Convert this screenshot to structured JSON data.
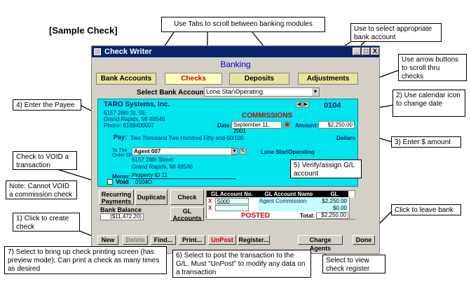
{
  "heading": "[Sample Check]",
  "window": {
    "title": "Check Writer",
    "module": "Banking",
    "controls": [
      "_",
      "□",
      "X"
    ]
  },
  "tabs": [
    "Bank Accounts",
    "Checks",
    "Deposits",
    "Adjustments"
  ],
  "bank_select": {
    "label": "Select Bank Account:",
    "value": "Lone Star\\Operating"
  },
  "check": {
    "company": "TARO Systems, Inc.",
    "address1": "6157 28th St. SE",
    "address2": "Grand Rapids, MI 49546",
    "phone": "Phone: 6169400007",
    "number": "0104",
    "category": "COMMISSIONS",
    "date_label": "Date:",
    "date_value": "September 11, 2001",
    "amount_label": "Amount:",
    "amount_value": "$2,250.00",
    "pay_label": "Pay:",
    "pay_text": "Two Thousand Two Hundred Fifty and 00/100",
    "dollars_label": "Dollars",
    "to_order_label1": "To The",
    "to_order_label2": "Order Of:",
    "payee": "Agent 007",
    "payee_addr1": "6157 28th Street",
    "payee_addr2": "Grand Rapids, MI 49546",
    "bank_name": "Lone Star\\Operating",
    "memo_label": "Memo:",
    "memo_value": "Property ID 11",
    "void_label": "Void",
    "void_code": "0104O"
  },
  "action_buttons": {
    "recurring": "Recurring Payments",
    "duplicate": "Duplicate",
    "check_stub": "Check Stub",
    "gl_accounts": "GL Accounts"
  },
  "bank_balance": {
    "label": "Bank Balance",
    "value": "($11,472.20)"
  },
  "gl": {
    "headers": [
      "GL Account No.",
      "GL Account Name",
      "GL Amount"
    ],
    "rows": [
      {
        "mark": "X",
        "number": "5000",
        "name": "Agent Commission Expense",
        "amount": "$2,250.00"
      },
      {
        "mark": "X",
        "number": "",
        "name": "",
        "amount": "$0.00"
      }
    ],
    "status": "POSTED",
    "total_label": "Total:",
    "total_value": "$2,250.00"
  },
  "bottom_buttons": {
    "new": "New",
    "delete": "Delete",
    "find": "Find...",
    "print": "Print...",
    "unpost": "UnPost",
    "register": "Register...",
    "charge_agents": "Charge Agents",
    "done": "Done"
  },
  "callouts": {
    "tabs": "Use Tabs to scroll between banking modules",
    "select_bank": "Use to select appropriate bank account",
    "arrows": "Use arrow buttons to scroll thru checks",
    "payee": "4) Enter the Payee",
    "calendar": "2)  Use calendar icon to change date",
    "amount": "3)  Enter $ amount",
    "void": "Check to VOID a transaction",
    "void_note": "Note: Cannot VOID a commission check",
    "gl": "5) Verify/assign G/L account",
    "new": "1)  Click to create check",
    "leave": "Click to leave bank",
    "print": "7) Select to bring up check printing screen (has preview mode); Can print a check as many times as desired",
    "post": "6) Select to post the transaction to the G/L.  Must \"UnPost\" to modify any data on a transaction",
    "register": "Select to view check register"
  }
}
